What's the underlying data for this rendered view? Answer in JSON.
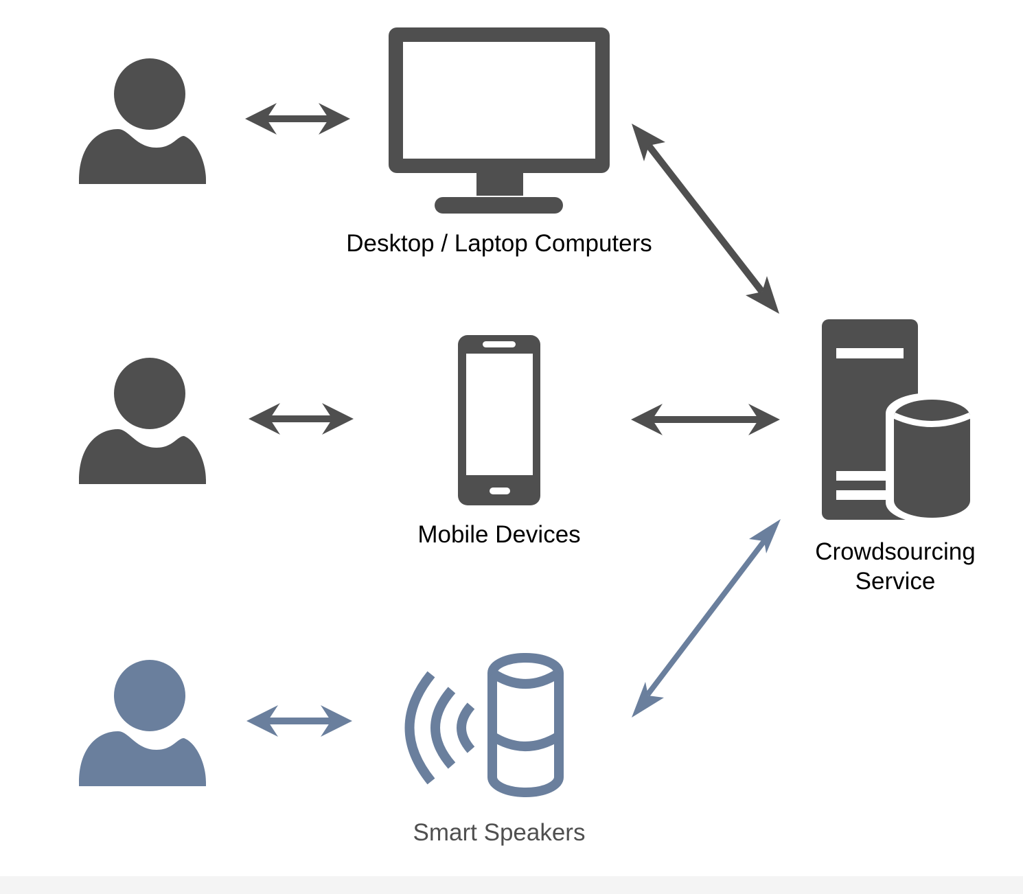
{
  "colors": {
    "dark": "#4f4f4f",
    "blue": "#6a7f9d",
    "label_dark": "#000000",
    "label_blue": "#4f4f4f"
  },
  "icons": {
    "user_top": "user-icon",
    "user_middle": "user-icon",
    "user_bottom": "user-icon",
    "desktop": "desktop-monitor-icon",
    "mobile": "smartphone-icon",
    "speaker": "smart-speaker-icon",
    "server": "server-database-icon"
  },
  "labels": {
    "desktop": "Desktop / Laptop Computers",
    "mobile": "Mobile Devices",
    "speakers": "Smart Speakers",
    "service_line1": "Crowdsourcing",
    "service_line2": "Service"
  }
}
